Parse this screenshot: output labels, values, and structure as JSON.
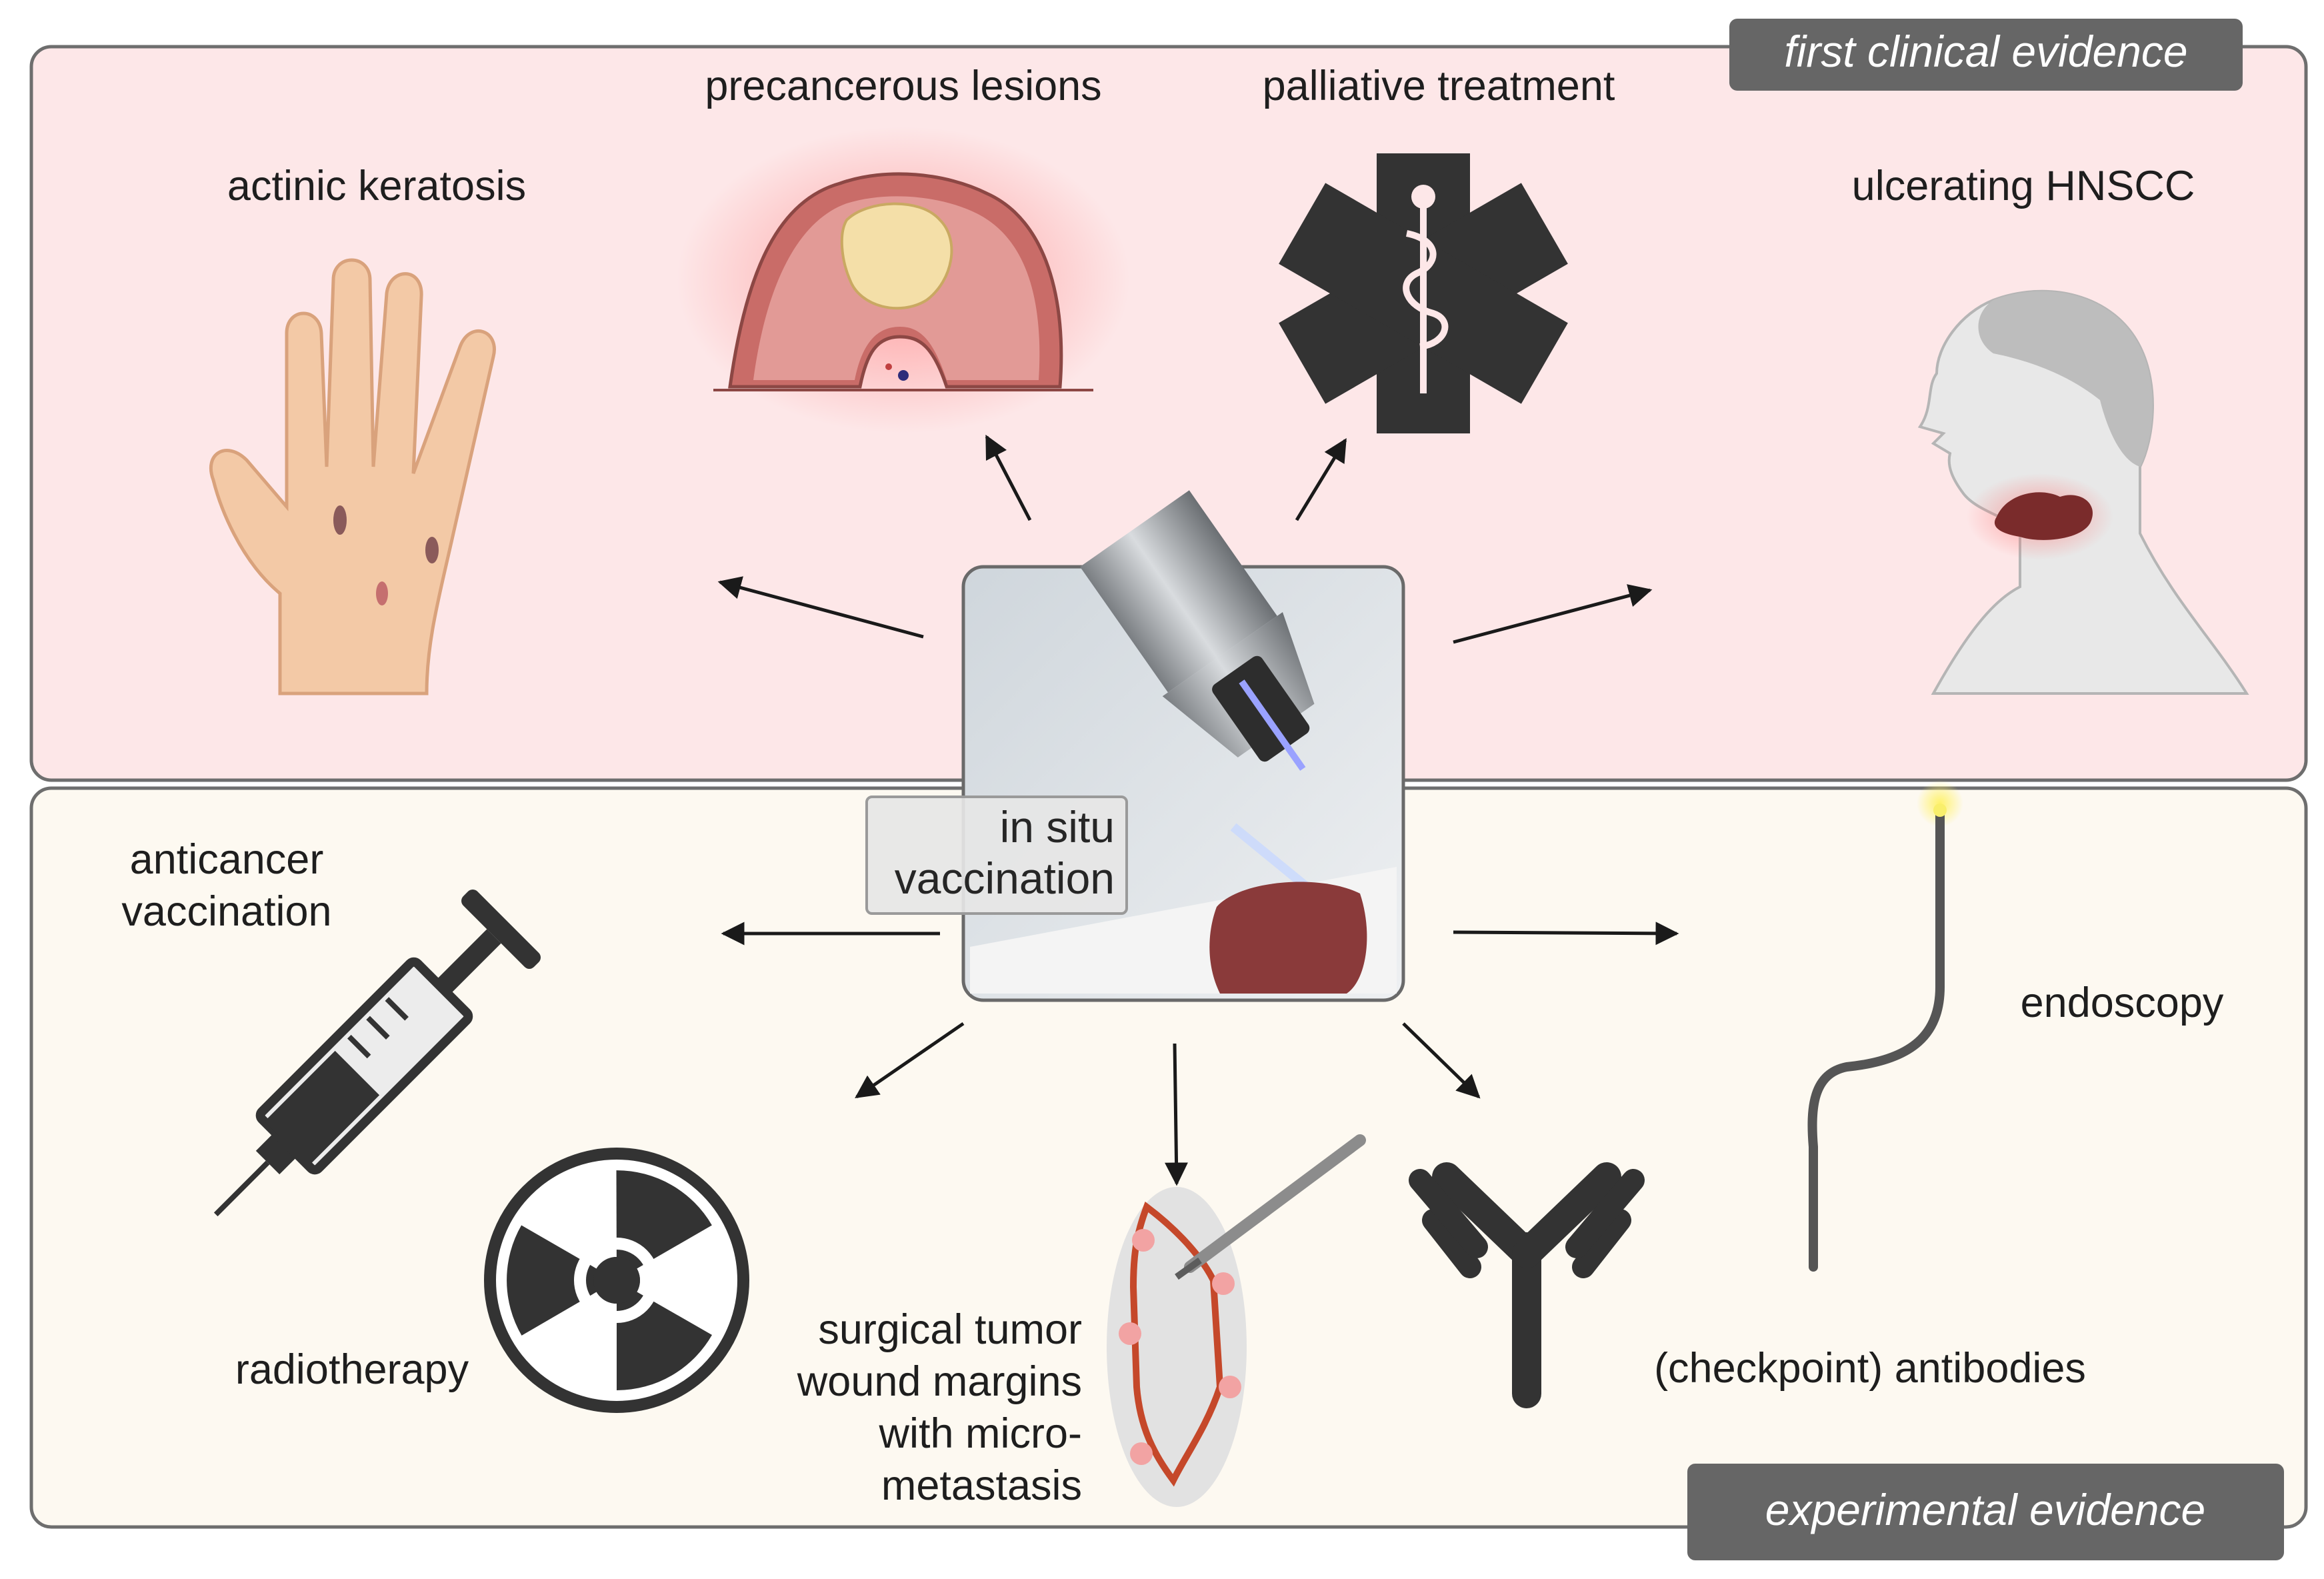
{
  "colors": {
    "panel_top": "#fde7e8",
    "panel_bottom": "#fdf9f1",
    "badge": "#666666",
    "icon_dark": "#333333",
    "skin": "#f2c6a2",
    "lesion": "#e8878a"
  },
  "top_panel": {
    "badge": "first clinical evidence",
    "items": [
      {
        "label": "actinic keratosis",
        "icon": "hand-icon"
      },
      {
        "label": "precancerous lesions",
        "icon": "lesion-icon"
      },
      {
        "label": "palliative treatment",
        "icon": "star-of-life-icon"
      },
      {
        "label": "ulcerating HNSCC",
        "icon": "head-profile-icon"
      }
    ]
  },
  "center": {
    "label_line1": "in situ",
    "label_line2": "vaccination",
    "icon": "plasma-device-icon"
  },
  "bottom_panel": {
    "badge": "experimental evidence",
    "anticancer": {
      "line1": "anticancer",
      "line2": "vaccination",
      "icon": "syringe-icon"
    },
    "radiotherapy": {
      "label": "radiotherapy",
      "icon": "radiation-icon"
    },
    "surgical": {
      "line1": "surgical tumor",
      "line2": "wound margins",
      "line3": "with micro-",
      "line4": "metastasis",
      "icon": "wound-margin-icon"
    },
    "antibodies": {
      "label": "(checkpoint) antibodies",
      "icon": "antibody-icon"
    },
    "endoscopy": {
      "label": "endoscopy",
      "icon": "endoscope-icon"
    }
  }
}
